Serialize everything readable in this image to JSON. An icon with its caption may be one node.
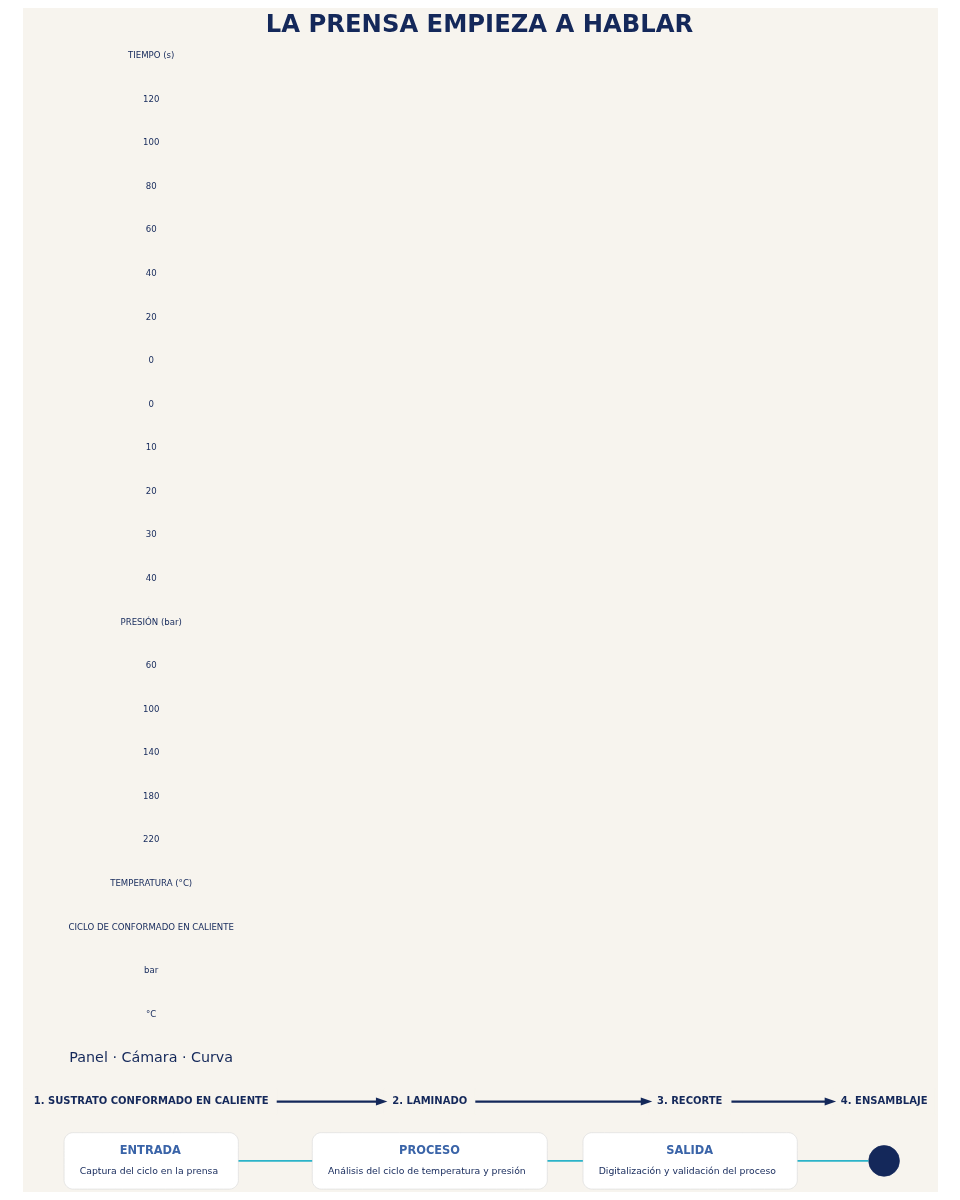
{
  "diagram": {
    "title": "LA PRENSA EMPIEZA A HABLAR",
    "nodes": [
      {
        "text": [
          "ENTRADA",
          "Captura del ciclo en la prensa"
        ]
      },
      {
        "text": [
          "PROCESO",
          "Análisis del ciclo de temperatura y presión"
        ]
      },
      {
        "text": [
          "SALIDA",
          "Digitalización y validación del proceso"
        ]
      },
      {
        "text": [],
        "shape": "circle"
      },
      {
        "text": [
          "1. SUSTRATO CONFORMADO EN CALIENTE"
        ]
      },
      {
        "text": [
          "2. LAMINADO"
        ]
      },
      {
        "text": [
          "3. RECORTE"
        ]
      },
      {
        "text": [
          "4. ENSAMBLAJE"
        ]
      }
    ],
    "edges": [
      {
        "from": 0,
        "to": 1,
        "arrow": "none",
        "color": "#2bb3c8"
      },
      {
        "from": 1,
        "to": 2,
        "arrow": "none",
        "color": "#2bb3c8"
      },
      {
        "from": 2,
        "to": 3,
        "arrow": "none",
        "color": "#2bb3c8"
      },
      {
        "from": 4,
        "to": 5,
        "arrow": "to",
        "color": "#14285a"
      },
      {
        "from": 5,
        "to": 6,
        "arrow": "to",
        "color": "#14285a"
      },
      {
        "from": 6,
        "to": 7,
        "arrow": "to",
        "color": "#14285a"
      }
    ],
    "labels": [
      "Panel · Cámara · Curva",
      "°C",
      "bar",
      "CICLO DE CONFORMADO EN CALIENTE",
      "TEMPERATURA (°C)",
      "220",
      "180",
      "140",
      "100",
      "60",
      "PRESIÓN (bar)",
      "40",
      "30",
      "20",
      "10",
      "0",
      "0",
      "20",
      "40",
      "60",
      "80",
      "100",
      "120",
      "TIEMPO (s)"
    ]
  }
}
